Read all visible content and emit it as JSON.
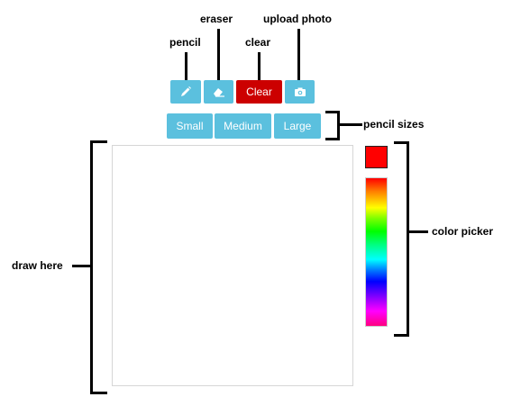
{
  "annotations": {
    "pencil": "pencil",
    "eraser": "eraser",
    "clear": "clear",
    "upload_photo": "upload photo",
    "pencil_sizes": "pencil sizes",
    "color_picker": "color picker",
    "draw_here": "draw here"
  },
  "toolbar": {
    "pencil_icon": "pencil-icon",
    "eraser_icon": "eraser-icon",
    "clear_label": "Clear",
    "camera_icon": "camera-icon",
    "sizes": [
      "Small",
      "Medium",
      "Large"
    ]
  },
  "color_picker": {
    "selected_color": "#ff0000"
  },
  "colors": {
    "button_blue": "#5bc0de",
    "clear_red": "#cc0000"
  }
}
